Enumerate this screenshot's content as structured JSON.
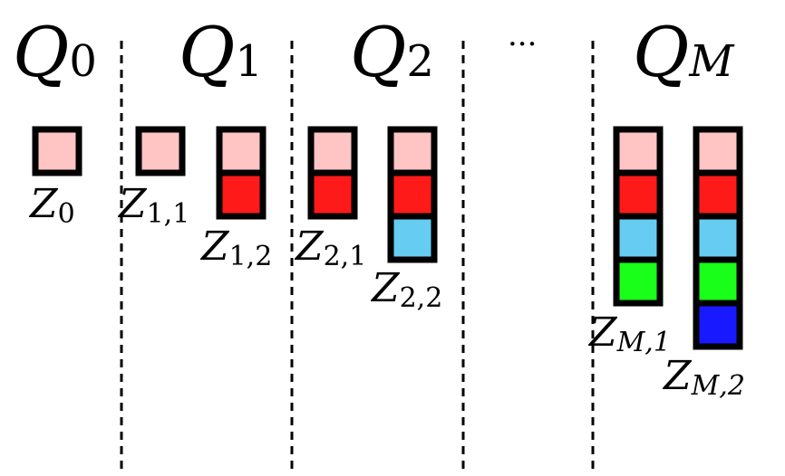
{
  "headings": [
    {
      "base": "Q",
      "sub": "0"
    },
    {
      "base": "Q",
      "sub": "1"
    },
    {
      "base": "Q",
      "sub": "2"
    },
    {
      "base": "Q",
      "sub": "M"
    }
  ],
  "ellipsis": "···",
  "labels": [
    {
      "base": "Z",
      "sub": "0"
    },
    {
      "base": "Z",
      "sub": "1,1"
    },
    {
      "base": "Z",
      "sub": "1,2"
    },
    {
      "base": "Z",
      "sub": "2,1"
    },
    {
      "base": "Z",
      "sub": "2,2"
    },
    {
      "base": "Z",
      "sub": "M,1"
    },
    {
      "base": "Z",
      "sub": "M,2"
    }
  ],
  "colors": {
    "pink": "#ffc4c4",
    "red": "#ff1a1a",
    "cyan": "#66ccf2",
    "green": "#19ff19",
    "blue": "#1919ff"
  },
  "stacks": [
    [
      "pink"
    ],
    [
      "pink"
    ],
    [
      "pink",
      "red"
    ],
    [
      "pink",
      "red"
    ],
    [
      "pink",
      "red",
      "cyan"
    ],
    [
      "pink",
      "red",
      "cyan",
      "green"
    ],
    [
      "pink",
      "red",
      "cyan",
      "green",
      "blue"
    ]
  ]
}
